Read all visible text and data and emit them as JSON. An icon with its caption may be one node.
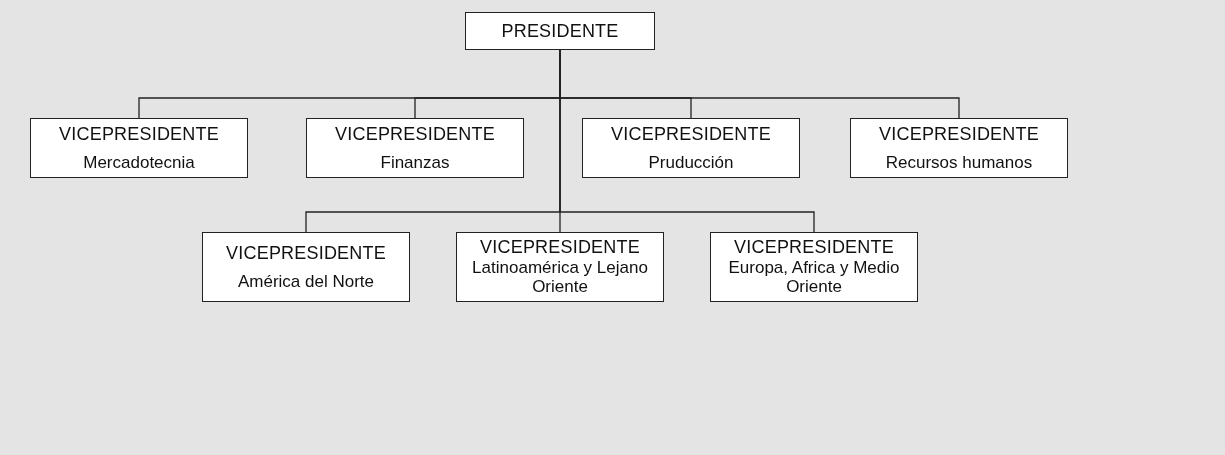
{
  "diagram": {
    "nodes": [
      {
        "text": [
          "PRESIDENTE"
        ]
      },
      {
        "text": [
          "VICEPRESIDENTE",
          "Mercadotecnia"
        ]
      },
      {
        "text": [
          "VICEPRESIDENTE",
          "Finanzas"
        ]
      },
      {
        "text": [
          "VICEPRESIDENTE",
          "Pruducción"
        ]
      },
      {
        "text": [
          "VICEPRESIDENTE",
          "Recursos humanos"
        ]
      },
      {
        "text": [
          "VICEPRESIDENTE",
          "América del Norte"
        ]
      },
      {
        "text": [
          "VICEPRESIDENTE",
          "Latinoamérica y Lejano Oriente"
        ]
      },
      {
        "text": [
          "VICEPRESIDENTE",
          "Europa, Africa y Medio Oriente"
        ]
      }
    ],
    "edges": [
      {
        "from": 0,
        "to": 1,
        "arrow": "none"
      },
      {
        "from": 0,
        "to": 2,
        "arrow": "none"
      },
      {
        "from": 0,
        "to": 3,
        "arrow": "none"
      },
      {
        "from": 0,
        "to": 4,
        "arrow": "none"
      },
      {
        "from": 0,
        "to": 5,
        "arrow": "none"
      },
      {
        "from": 0,
        "to": 6,
        "arrow": "none"
      },
      {
        "from": 0,
        "to": 7,
        "arrow": "none"
      }
    ]
  }
}
